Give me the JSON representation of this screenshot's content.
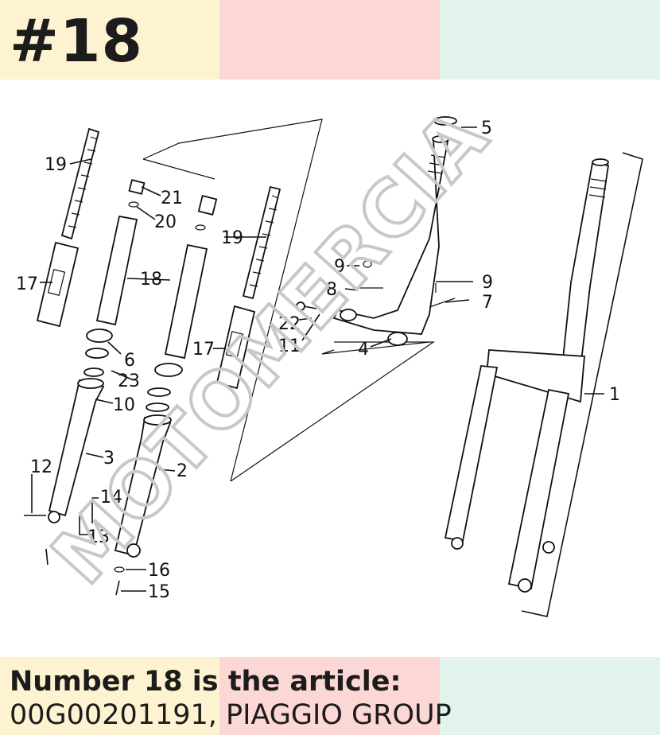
{
  "header": {
    "title": "#18"
  },
  "diagram": {
    "watermark": "MOTOMERCIA",
    "callouts": [
      "1",
      "2",
      "3",
      "4",
      "5",
      "6",
      "7",
      "8",
      "9",
      "9",
      "10",
      "11",
      "12",
      "13",
      "14",
      "15",
      "16",
      "17",
      "17",
      "18",
      "19",
      "19",
      "20",
      "21",
      "22",
      "23"
    ]
  },
  "caption": {
    "line1": "Number 18 is the article:",
    "line2": "00G00201191, PIAGGIO GROUP"
  },
  "colors": {
    "yellow": "#fdf3d0",
    "pink": "#fbd7d6",
    "mint": "#e2f3ec",
    "text": "#1c1c1c"
  }
}
